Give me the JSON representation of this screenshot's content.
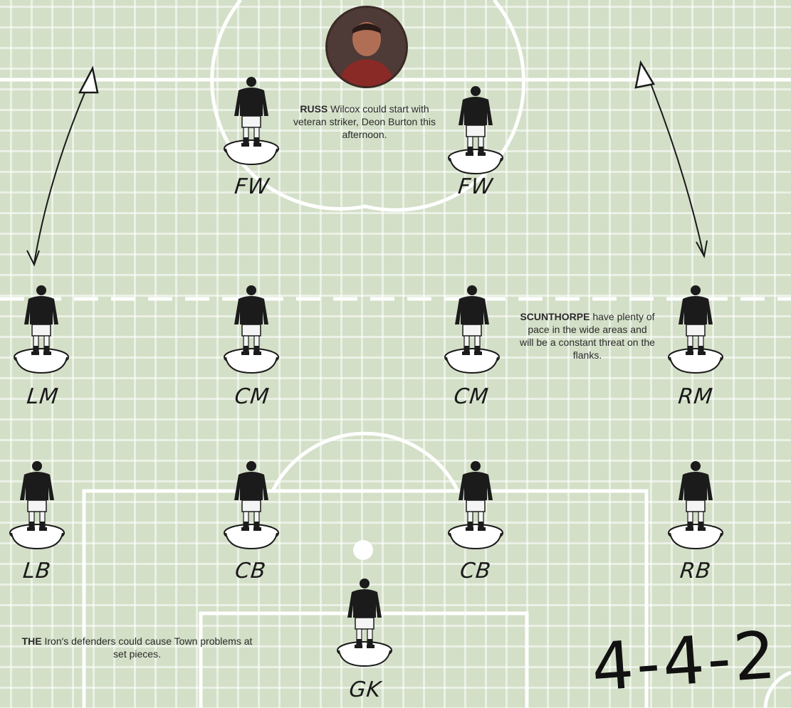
{
  "players": [
    {
      "id": "fw-left",
      "label": "FW"
    },
    {
      "id": "fw-right",
      "label": "FW"
    },
    {
      "id": "lm",
      "label": "LM"
    },
    {
      "id": "cm-left",
      "label": "CM"
    },
    {
      "id": "cm-right",
      "label": "CM"
    },
    {
      "id": "rm",
      "label": "RM"
    },
    {
      "id": "lb",
      "label": "LB"
    },
    {
      "id": "cb-left",
      "label": "CB"
    },
    {
      "id": "cb-right",
      "label": "CB"
    },
    {
      "id": "rb",
      "label": "RB"
    },
    {
      "id": "gk",
      "label": "GK"
    }
  ],
  "notes": {
    "russ": {
      "lead": "RUSS",
      "text": "Wilcox could start with veteran striker, Deon Burton this afternoon."
    },
    "scunthorpe": {
      "lead": "SCUNTHORPE",
      "text": "have plenty of pace in the wide areas and will be a constant threat on the flanks."
    },
    "iron": {
      "lead": "THE",
      "text": "Iron's defenders could cause Town problems at set pieces."
    }
  },
  "formation": "4-4-2",
  "colors": {
    "pitch": "#d3dfc7",
    "lines": "#ffffff",
    "player_shirt": "#1b1b1b",
    "ink": "#1a1a1a"
  }
}
